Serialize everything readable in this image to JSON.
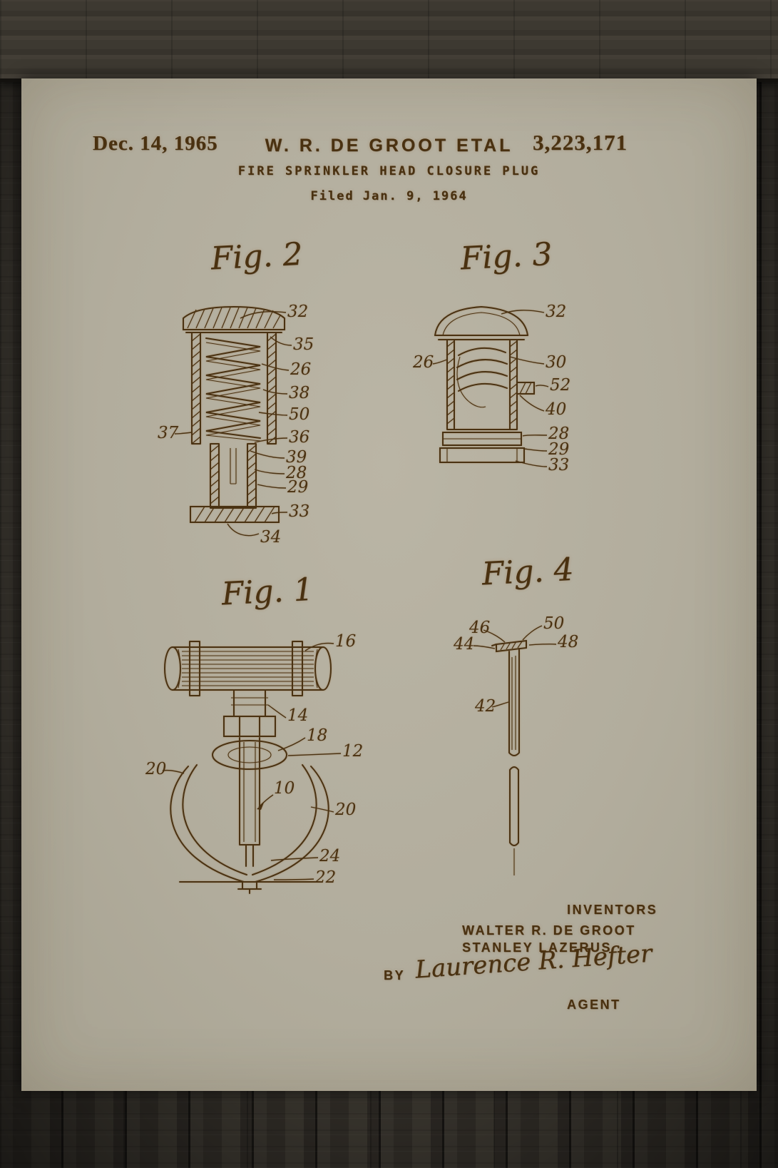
{
  "artwork": {
    "header": {
      "date": "Dec. 14, 1965",
      "author": "W. R. DE GROOT ETAL",
      "patent_number": "3,223,171",
      "title": "FIRE SPRINKLER HEAD CLOSURE PLUG",
      "filed": "Filed Jan. 9, 1964"
    },
    "figures": {
      "fig2": {
        "title": "Fig. 2",
        "labels": [
          "32",
          "35",
          "26",
          "38",
          "50",
          "36",
          "37",
          "39",
          "28",
          "29",
          "33",
          "34"
        ]
      },
      "fig3": {
        "title": "Fig. 3",
        "labels": [
          "32",
          "26",
          "30",
          "52",
          "40",
          "28",
          "29",
          "33"
        ]
      },
      "fig1": {
        "title": "Fig. 1",
        "labels": [
          "16",
          "14",
          "18",
          "12",
          "20",
          "10",
          "20",
          "24",
          "22"
        ]
      },
      "fig4": {
        "title": "Fig. 4",
        "labels": [
          "46",
          "50",
          "44",
          "48",
          "42"
        ]
      }
    },
    "footer": {
      "inventors_heading": "INVENTORS",
      "inventor_1": "WALTER R. DE GROOT",
      "inventor_2": "STANLEY LAZERUS",
      "by_label": "BY",
      "signature": "Laurence R. Hefter",
      "agent_label": "AGENT"
    },
    "colors": {
      "ink": "#4a3110",
      "paper": "#b2ad9d"
    }
  }
}
